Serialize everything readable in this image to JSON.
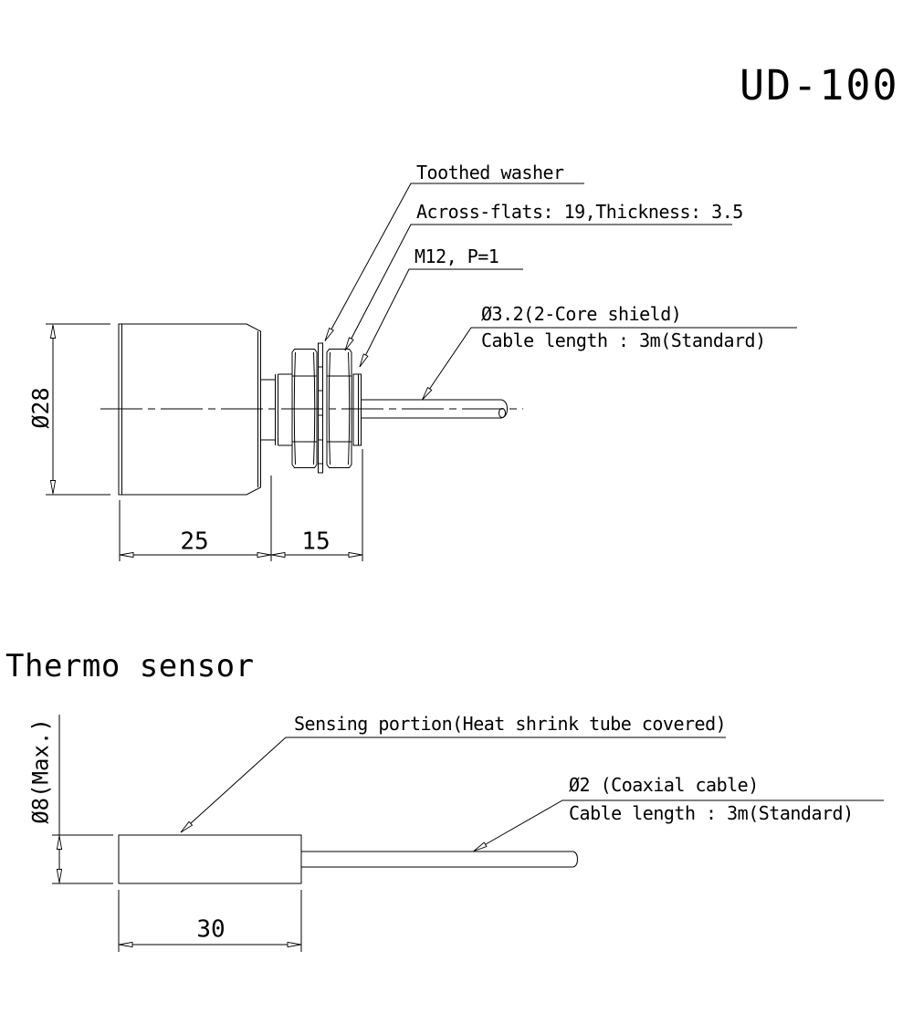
{
  "page": {
    "background": "#ffffff",
    "line_color": "#000000"
  },
  "title": "UD-100",
  "ud100_drawing": {
    "callouts": {
      "toothed_washer": "Toothed washer",
      "across_flats": "Across-flats: 19,Thickness: 3.5",
      "thread_spec": "M12, P=1",
      "cable_spec": "Ø3.2(2-Core shield)",
      "cable_length": "Cable length : 3m(Standard)"
    },
    "dimensions": {
      "body_diameter": "Ø28",
      "body_length": "25",
      "thread_length": "15"
    }
  },
  "thermo_drawing": {
    "heading": "Thermo sensor",
    "callouts": {
      "sensing_portion": "Sensing portion(Heat shrink tube covered)",
      "cable_spec": "Ø2 (Coaxial cable)",
      "cable_length": "Cable length : 3m(Standard)"
    },
    "dimensions": {
      "max_diameter": "Ø8(Max.)",
      "body_length": "30"
    }
  }
}
